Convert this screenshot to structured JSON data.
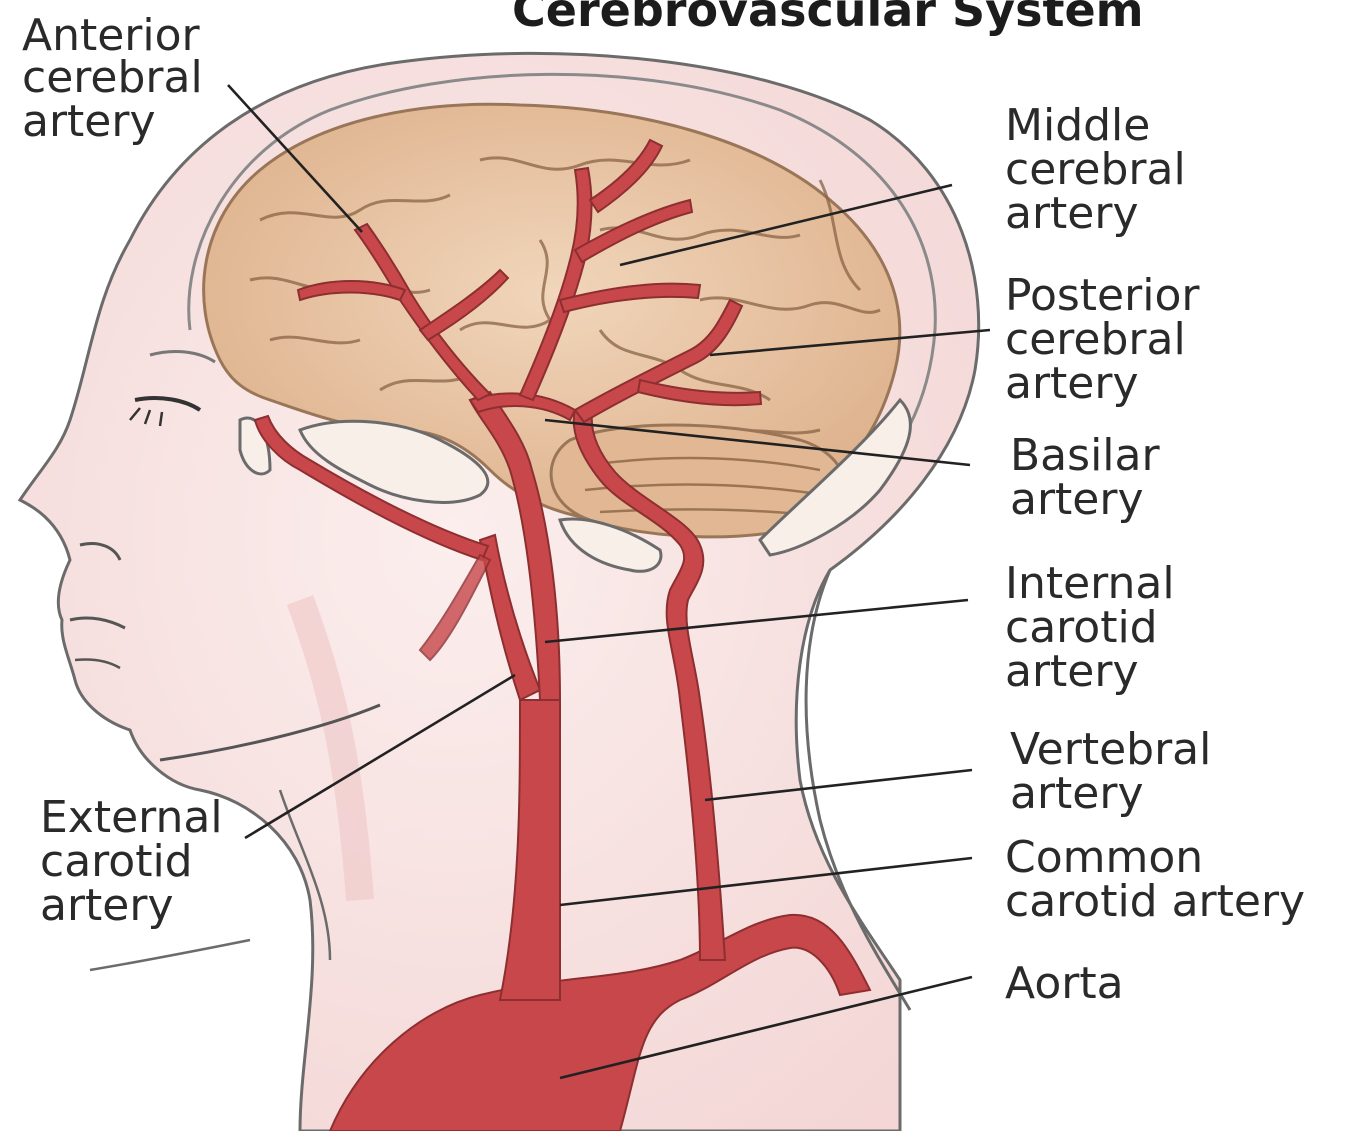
{
  "title": "Cerebrovascular System",
  "labels": {
    "anterior_cerebral": [
      "Anterior",
      "cerebral",
      "artery"
    ],
    "middle_cerebral": [
      "Middle",
      "cerebral",
      "artery"
    ],
    "posterior_cerebral": [
      "Posterior",
      "cerebral",
      "artery"
    ],
    "basilar": [
      "Basilar",
      "artery"
    ],
    "internal_carotid": [
      "Internal",
      "carotid",
      "artery"
    ],
    "vertebral": [
      "Vertebral",
      "artery"
    ],
    "common_carotid": [
      "Common",
      "carotid artery"
    ],
    "aorta": [
      "Aorta"
    ],
    "external_carotid": [
      "External",
      "carotid",
      "artery"
    ]
  },
  "colors": {
    "artery": "#c8474a",
    "artery_dark": "#a8393c",
    "brain": "#e9c6a5",
    "skin": "#f7e3e1",
    "outline": "#3a3a3a"
  }
}
